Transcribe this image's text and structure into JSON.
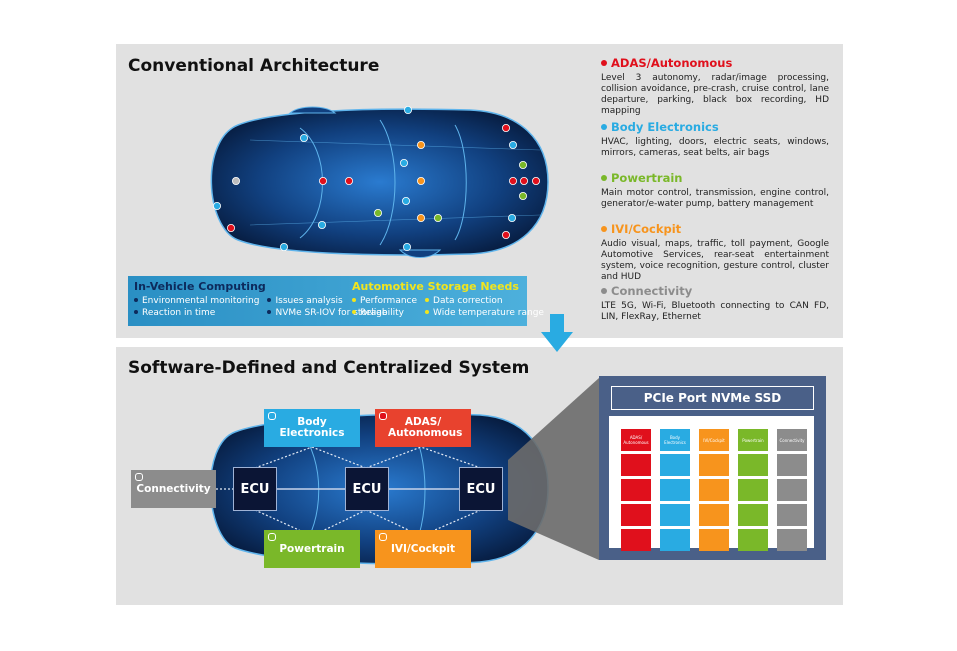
{
  "top": {
    "title": "Conventional Architecture",
    "in_vehicle": {
      "heading": "In-Vehicle Computing",
      "items": [
        "Environmental monitoring",
        "Issues analysis",
        "Reaction in time",
        "NVMe SR-IOV for storage"
      ]
    },
    "storage": {
      "heading": "Automotive Storage Needs",
      "items": [
        "Performance",
        "Data correction",
        "Reliability",
        "Wide temperature range"
      ]
    }
  },
  "legend": [
    {
      "heading": "ADAS/Autonomous",
      "color": "#e0101c",
      "desc": "Level 3 autonomy, radar/image processing, collision avoidance, pre-crash, cruise control, lane departure, parking, black box recording, HD mapping"
    },
    {
      "heading": "Body Electronics",
      "color": "#29abe2",
      "desc": "HVAC, lighting, doors, electric seats, windows, mirrors, cameras, seat belts, air bags"
    },
    {
      "heading": "Powertrain",
      "color": "#7ab829",
      "desc": "Main motor control, transmission, engine control, generator/e-water pump, battery management"
    },
    {
      "heading": "IVI/Cockpit",
      "color": "#f7941d",
      "desc": "Audio visual, maps, traffic, toll payment, Google Automotive Services, rear-seat entertainment system, voice recognition, gesture control, cluster and HUD"
    },
    {
      "heading": "Connectivity",
      "color": "#8c8c8c",
      "desc": "LTE 5G, Wi-Fi, Bluetooth connecting to CAN FD, LIN, FlexRay, Ethernet"
    }
  ],
  "bottom": {
    "title": "Software-Defined and Centralized System",
    "ecu_label": "ECU",
    "domains": {
      "connectivity": "Connectivity",
      "body": "Body Electronics",
      "adas": "ADAS/ Autonomous",
      "powertrain": "Powertrain",
      "ivi": "IVI/Cockpit"
    },
    "ssd": {
      "title": "PCIe Port NVMe SSD",
      "columns": [
        "ADAS/ Autonomous",
        "Body Electronics",
        "IVI/Cockpit",
        "Powertrain",
        "Connectivity"
      ]
    }
  },
  "colors": {
    "adas": "#e0101c",
    "body": "#29abe2",
    "powertrain": "#7ab829",
    "ivi": "#f7941d",
    "connectivity": "#8c8c8c",
    "storage_heading": "#f2e51d",
    "in_vehicle_heading": "#0d2a5c"
  }
}
